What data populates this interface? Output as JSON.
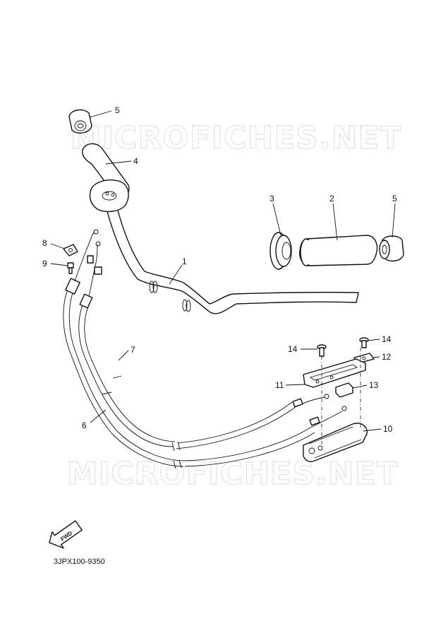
{
  "watermark": "MICROFICHES.NET",
  "diagram_code": "3JPX100-9350",
  "fwd_label": "FWD",
  "callouts": {
    "p1": "1",
    "p2": "2",
    "p3": "3",
    "p4": "4",
    "p5a": "5",
    "p5b": "5",
    "p6": "6",
    "p7": "7",
    "p8": "8",
    "p9": "9",
    "p10": "10",
    "p11": "11",
    "p12": "12",
    "p13": "13",
    "p14a": "14",
    "p14b": "14"
  }
}
